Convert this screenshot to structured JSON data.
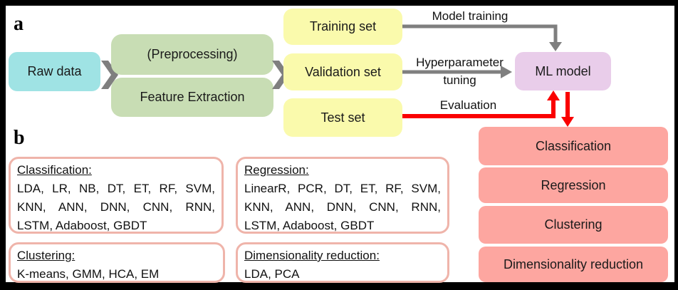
{
  "figure": {
    "panel_a_label": "a",
    "panel_b_label": "b"
  },
  "pipeline": {
    "raw_data": "Raw data",
    "preprocessing": "(Preprocessing)",
    "feature_extraction": "Feature Extraction",
    "training_set": "Training set",
    "validation_set": "Validation set",
    "test_set": "Test set",
    "ml_model": "ML model"
  },
  "arrows": {
    "model_training": "Model training",
    "hyperparameter_line1": "Hyperparameter",
    "hyperparameter_line2": "tuning",
    "evaluation": "Evaluation"
  },
  "method_groups": [
    {
      "title": "Classification:",
      "methods": "LDA, LR, NB, DT, ET, RF, SVM, KNN, ANN, DNN, CNN, RNN, LSTM, Adaboost, GBDT"
    },
    {
      "title": "Regression:",
      "methods": "LinearR, PCR, DT, ET, RF, SVM, KNN, ANN, DNN, CNN, RNN, LSTM, Adaboost, GBDT"
    },
    {
      "title": "Clustering:",
      "methods": "K-means, GMM, HCA, EM"
    },
    {
      "title": "Dimensionality reduction:",
      "methods": "LDA, PCA"
    }
  ],
  "task_outputs": [
    "Classification",
    "Regression",
    "Clustering",
    "Dimensionality reduction"
  ],
  "colors": {
    "raw_data_fill": "#9fe3e4",
    "process_fill": "#c8ddb4",
    "dataset_fill": "#fafaac",
    "model_fill": "#e9cdea",
    "task_fill": "#fda6a0",
    "panel_border": "#efb4aa",
    "arrow_gray": "#7f7f7f",
    "arrow_red": "#fa0000",
    "frame": "#000000"
  }
}
